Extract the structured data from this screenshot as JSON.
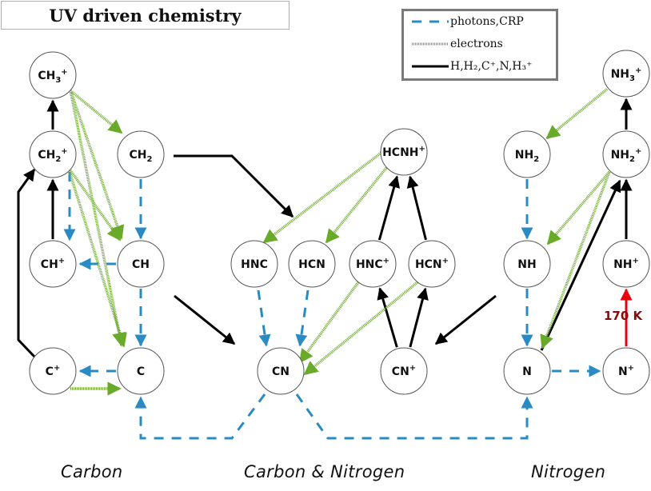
{
  "title": "UV driven chemistry",
  "legend": {
    "items": [
      {
        "style": "dashed",
        "color": "#2a8bc4",
        "label": "photons,CRP"
      },
      {
        "style": "dotted",
        "color": "#6aaa2a",
        "label": "electrons"
      },
      {
        "style": "solid",
        "color": "#000000",
        "label": "H,H₂,C⁺,N,H₃⁺"
      }
    ]
  },
  "colors": {
    "photons": "#2a8bc4",
    "electrons": "#6aaa2a",
    "reactions": "#000000",
    "thermal": "#e8000b",
    "thermal_label": "#8b0a0a",
    "node_stroke": "#555555"
  },
  "regions": [
    {
      "id": "carbon",
      "label": "Carbon"
    },
    {
      "id": "carbon-nitrogen",
      "label": "Carbon & Nitrogen"
    },
    {
      "id": "nitrogen",
      "label": "Nitrogen"
    }
  ],
  "nodes": [
    {
      "id": "CH3p",
      "base": "CH",
      "sub": "3",
      "sup": "+"
    },
    {
      "id": "CH2p",
      "base": "CH",
      "sub": "2",
      "sup": "+"
    },
    {
      "id": "CH2",
      "base": "CH",
      "sub": "2",
      "sup": ""
    },
    {
      "id": "CHp",
      "base": "CH",
      "sub": "",
      "sup": "+"
    },
    {
      "id": "CH",
      "base": "CH",
      "sub": "",
      "sup": ""
    },
    {
      "id": "Cp",
      "base": "C",
      "sub": "",
      "sup": "+"
    },
    {
      "id": "C",
      "base": "C",
      "sub": "",
      "sup": ""
    },
    {
      "id": "HNC",
      "base": "HNC",
      "sub": "",
      "sup": ""
    },
    {
      "id": "HCN",
      "base": "HCN",
      "sub": "",
      "sup": ""
    },
    {
      "id": "HNCp",
      "base": "HNC",
      "sub": "",
      "sup": "+"
    },
    {
      "id": "HCNp",
      "base": "HCN",
      "sub": "",
      "sup": "+"
    },
    {
      "id": "HCNHp",
      "base": "HCNH",
      "sub": "",
      "sup": "+"
    },
    {
      "id": "CN",
      "base": "CN",
      "sub": "",
      "sup": ""
    },
    {
      "id": "CNp",
      "base": "CN",
      "sub": "",
      "sup": "+"
    },
    {
      "id": "NH3p",
      "base": "NH",
      "sub": "3",
      "sup": "+"
    },
    {
      "id": "NH2",
      "base": "NH",
      "sub": "2",
      "sup": ""
    },
    {
      "id": "NH2p",
      "base": "NH",
      "sub": "2",
      "sup": "+"
    },
    {
      "id": "NH",
      "base": "NH",
      "sub": "",
      "sup": ""
    },
    {
      "id": "NHp",
      "base": "NH",
      "sub": "",
      "sup": "+"
    },
    {
      "id": "N",
      "base": "N",
      "sub": "",
      "sup": ""
    },
    {
      "id": "Np",
      "base": "N",
      "sub": "",
      "sup": "+"
    }
  ],
  "edges": [
    {
      "from": "CH2p",
      "to": "CH3p",
      "type": "solid"
    },
    {
      "from": "CHp",
      "to": "CH2p",
      "type": "solid"
    },
    {
      "from": "Cp",
      "to": "CH2p",
      "type": "solid"
    },
    {
      "from": "CH2",
      "to": "HCN",
      "type": "solid"
    },
    {
      "from": "CH",
      "to": "CN",
      "type": "solid"
    },
    {
      "from": "HNCp",
      "to": "HCNHp",
      "type": "solid"
    },
    {
      "from": "HCNp",
      "to": "HCNHp",
      "type": "solid"
    },
    {
      "from": "CNp",
      "to": "HNCp",
      "type": "solid"
    },
    {
      "from": "CNp",
      "to": "HCNp",
      "type": "solid"
    },
    {
      "from": "N",
      "to": "CN",
      "type": "solid"
    },
    {
      "from": "N",
      "to": "NH2p",
      "type": "solid"
    },
    {
      "from": "NHp",
      "to": "NH2p",
      "type": "solid"
    },
    {
      "from": "NH2p",
      "to": "NH3p",
      "type": "solid"
    },
    {
      "from": "CH2p",
      "to": "CHp",
      "type": "dashed"
    },
    {
      "from": "CH2",
      "to": "CH",
      "type": "dashed"
    },
    {
      "from": "CH",
      "to": "CHp",
      "type": "dashed"
    },
    {
      "from": "CH",
      "to": "C",
      "type": "dashed"
    },
    {
      "from": "C",
      "to": "Cp",
      "type": "dashed"
    },
    {
      "from": "HNC",
      "to": "CN",
      "type": "dashed"
    },
    {
      "from": "HCN",
      "to": "CN",
      "type": "dashed"
    },
    {
      "from": "CN",
      "to": "C",
      "type": "dashed"
    },
    {
      "from": "CN",
      "to": "N",
      "type": "dashed"
    },
    {
      "from": "NH2",
      "to": "NH",
      "type": "dashed"
    },
    {
      "from": "NH",
      "to": "N",
      "type": "dashed"
    },
    {
      "from": "N",
      "to": "Np",
      "type": "dashed"
    },
    {
      "from": "CH3p",
      "to": "CH2",
      "type": "dotted"
    },
    {
      "from": "CH3p",
      "to": "CH",
      "type": "dotted"
    },
    {
      "from": "CH3p",
      "to": "C",
      "type": "dotted"
    },
    {
      "from": "CH2p",
      "to": "CH",
      "type": "dotted"
    },
    {
      "from": "CH2p",
      "to": "C",
      "type": "dotted"
    },
    {
      "from": "Cp",
      "to": "C",
      "type": "dotted"
    },
    {
      "from": "HCNHp",
      "to": "HNC",
      "type": "dotted"
    },
    {
      "from": "HCNHp",
      "to": "HCN",
      "type": "dotted"
    },
    {
      "from": "HNCp",
      "to": "CN",
      "type": "dotted"
    },
    {
      "from": "HCNp",
      "to": "CN",
      "type": "dotted"
    },
    {
      "from": "NH3p",
      "to": "NH2",
      "type": "dotted"
    },
    {
      "from": "NH2p",
      "to": "NH",
      "type": "dotted"
    },
    {
      "from": "NH2p",
      "to": "N",
      "type": "dotted"
    },
    {
      "from": "Np",
      "to": "NHp",
      "type": "thermal",
      "label": "170 K"
    }
  ],
  "thermal_label": "170 K"
}
